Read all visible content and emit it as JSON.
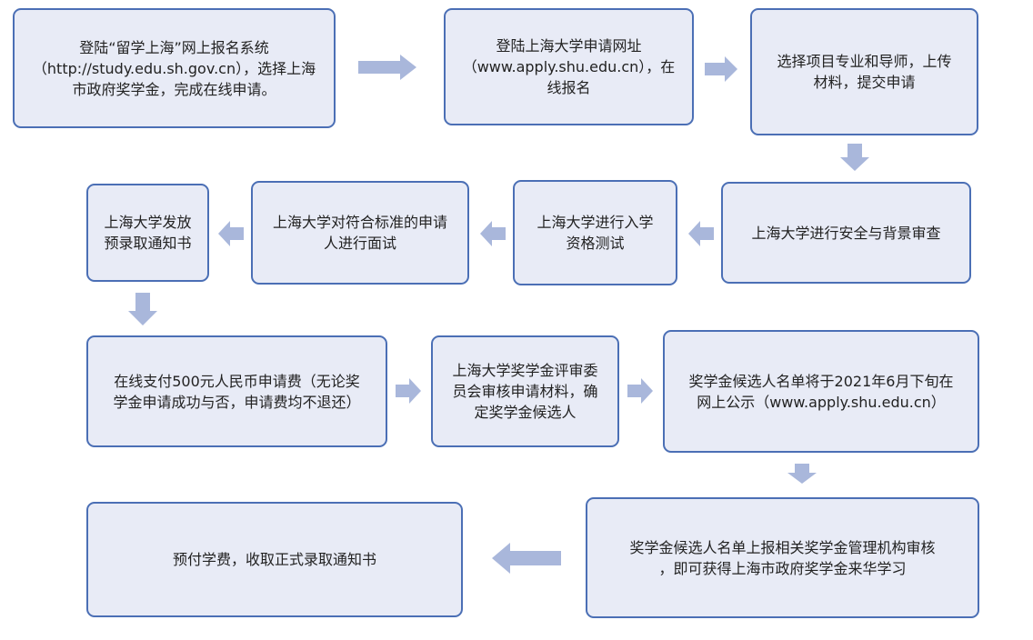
{
  "colors": {
    "box_fill": "#e8ebf6",
    "box_border": "#4b6fb5",
    "arrow": "#a9b7db",
    "text": "#222222"
  },
  "steps": [
    {
      "text": "登陆“留学上海”网上报名系统\n（http://study.edu.sh.gov.cn），选择上海\n市政府奖学金，完成在线申请。"
    },
    {
      "text": "登陆上海大学申请网址\n（www.apply.shu.edu.cn），在\n线报名"
    },
    {
      "text": "选择项目专业和导师，上传\n材料，提交申请"
    },
    {
      "text": "上海大学进行安全与背景审查"
    },
    {
      "text": "上海大学进行入学\n资格测试"
    },
    {
      "text": "上海大学对符合标准的申请\n人进行面试"
    },
    {
      "text": "上海大学发放\n预录取通知书"
    },
    {
      "text": "在线支付500元人民币申请费（无论奖\n学金申请成功与否，申请费均不退还）"
    },
    {
      "text": "上海大学奖学金评审委\n员会审核申请材料，确\n定奖学金候选人"
    },
    {
      "text": "奖学金候选人名单将于2021年6月下旬在\n网上公示（www.apply.shu.edu.cn）"
    },
    {
      "text": "奖学金候选人名单上报相关奖学金管理机构审核\n，即可获得上海市政府奖学金来华学习"
    },
    {
      "text": "预付学费，收取正式录取通知书"
    }
  ]
}
